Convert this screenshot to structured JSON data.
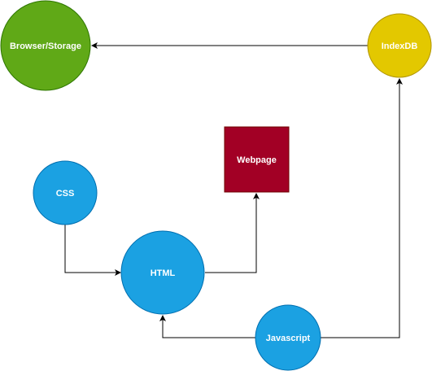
{
  "nodes": {
    "browser_storage": {
      "label": "Browser/Storage",
      "fill": "#60a917",
      "stroke": "#2d7600"
    },
    "indexdb": {
      "label": "IndexDB",
      "fill": "#e3c800",
      "stroke": "#b09500"
    },
    "webpage": {
      "label": "Webpage",
      "fill": "#a20025",
      "stroke": "#6f0000"
    },
    "css": {
      "label": "CSS",
      "fill": "#1ba1e2",
      "stroke": "#006eaf"
    },
    "html": {
      "label": "HTML",
      "fill": "#1ba1e2",
      "stroke": "#006eaf"
    },
    "javascript": {
      "label": "Javascript",
      "fill": "#1ba1e2",
      "stroke": "#006eaf"
    }
  },
  "edges": [
    {
      "from": "IndexDB",
      "to": "Browser/Storage"
    },
    {
      "from": "CSS",
      "to": "HTML"
    },
    {
      "from": "HTML",
      "to": "Webpage"
    },
    {
      "from": "Javascript",
      "to": "HTML"
    },
    {
      "from": "Javascript",
      "to": "IndexDB"
    }
  ],
  "colors": {
    "edge": "#000000",
    "background": "#ffffff"
  }
}
